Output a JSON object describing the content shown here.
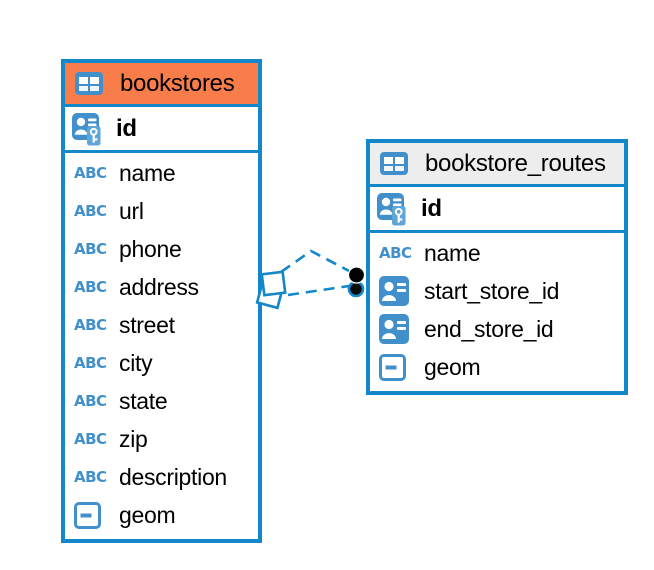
{
  "colors": {
    "accent_blue": "#1287C9",
    "header_orange": "#F97C4B",
    "header_gray": "#EDEDED",
    "icon_blue": "#4190CB",
    "icon_light_blue": "#5FA5D8",
    "text_black": "#000000"
  },
  "tables": [
    {
      "name": "bookstores",
      "header_style": "orange",
      "table_icon": "table-icon",
      "primary_key": {
        "label": "id",
        "icon": "primary-key-icon"
      },
      "columns": [
        {
          "label": "name",
          "icon": "text-icon"
        },
        {
          "label": "url",
          "icon": "text-icon"
        },
        {
          "label": "phone",
          "icon": "text-icon"
        },
        {
          "label": "address",
          "icon": "text-icon"
        },
        {
          "label": "street",
          "icon": "text-icon"
        },
        {
          "label": "city",
          "icon": "text-icon"
        },
        {
          "label": "state",
          "icon": "text-icon"
        },
        {
          "label": "zip",
          "icon": "text-icon"
        },
        {
          "label": "description",
          "icon": "text-icon"
        },
        {
          "label": "geom",
          "icon": "geometry-icon"
        }
      ]
    },
    {
      "name": "bookstore_routes",
      "header_style": "gray",
      "table_icon": "table-icon",
      "primary_key": {
        "label": "id",
        "icon": "primary-key-icon"
      },
      "columns": [
        {
          "label": "name",
          "icon": "text-icon"
        },
        {
          "label": "start_store_id",
          "icon": "reference-icon"
        },
        {
          "label": "end_store_id",
          "icon": "reference-icon"
        },
        {
          "label": "geom",
          "icon": "geometry-icon"
        }
      ]
    }
  ],
  "relationships": [
    {
      "from_table": "bookstores",
      "to_table": "bookstore_routes",
      "style": "dashed"
    },
    {
      "from_table": "bookstores",
      "to_table": "bookstore_routes",
      "style": "dashed"
    }
  ]
}
